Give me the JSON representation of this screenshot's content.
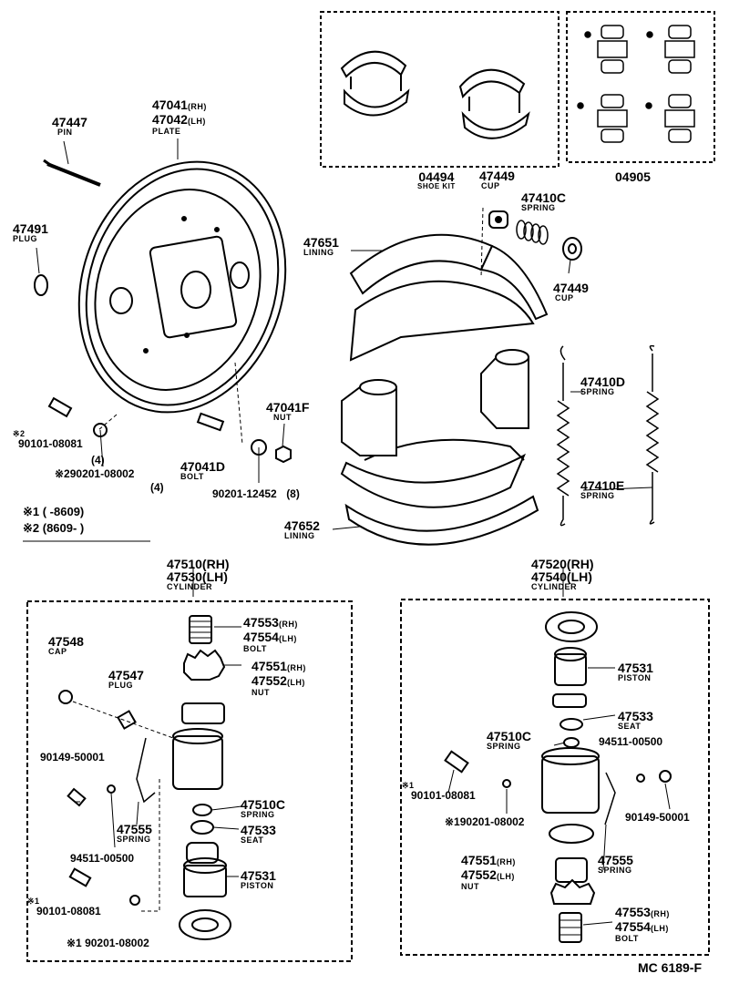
{
  "parts": {
    "p47447": {
      "num": "47447",
      "name": "PIN"
    },
    "p47041": {
      "num1": "47041",
      "suf1": "(RH)",
      "num2": "47042",
      "suf2": "(LH)",
      "name": "PLATE"
    },
    "p47491": {
      "num": "47491",
      "name": "PLUG"
    },
    "p04494": {
      "num": "04494",
      "name": "SHOE KIT"
    },
    "p47449a": {
      "num": "47449",
      "name": "CUP"
    },
    "p04905": {
      "num": "04905"
    },
    "p47410C": {
      "num": "47410C",
      "name": "SPRING"
    },
    "p47651": {
      "num": "47651",
      "name": "LINING"
    },
    "p47449b": {
      "num": "47449",
      "name": "CUP"
    },
    "p47410D": {
      "num": "47410D",
      "name": "SPRING"
    },
    "p47410E": {
      "num": "47410E",
      "name": "SPRING"
    },
    "p47652": {
      "num": "47652",
      "name": "LINING"
    },
    "p47041F": {
      "num": "47041F",
      "name": "NUT"
    },
    "p47041D": {
      "num": "47041D",
      "name": "BOLT"
    },
    "p90201_12452": {
      "num": "90201-12452",
      "qty": "(8)"
    },
    "p90101_08081a": {
      "mark": "※2",
      "num": "90101-08081"
    },
    "p90201_08002a": {
      "qty1": "(4)",
      "num": "※290201-08002",
      "qty2": "(4)"
    }
  },
  "legend": {
    "l1": "※1 (      -8609)",
    "l2": "※2 (8609-        )"
  },
  "left_cylinder": {
    "title1": "47510(RH)",
    "title2": "47530(LH)",
    "title3": "CYLINDER",
    "p47553": {
      "num1": "47553",
      "suf1": "(RH)",
      "num2": "47554",
      "suf2": "(LH)",
      "name": "BOLT"
    },
    "p47548": {
      "num": "47548",
      "name": "CAP"
    },
    "p47547": {
      "num": "47547",
      "name": "PLUG"
    },
    "p47551": {
      "num1": "47551",
      "suf1": "(RH)",
      "num2": "47552",
      "suf2": "(LH)",
      "name": "NUT"
    },
    "p90149": {
      "num": "90149-50001"
    },
    "p47510C": {
      "num": "47510C",
      "name": "SPRING"
    },
    "p47555": {
      "num": "47555",
      "name": "SPRING"
    },
    "p47533": {
      "num": "47533",
      "name": "SEAT"
    },
    "p94511": {
      "num": "94511-00500"
    },
    "p47531": {
      "num": "47531",
      "name": "PISTON"
    },
    "p90101": {
      "mark": "※1",
      "num": "90101-08081"
    },
    "p90201": {
      "num": "※1 90201-08002"
    }
  },
  "right_cylinder": {
    "title1": "47520(RH)",
    "title2": "47540(LH)",
    "title3": "CYLINDER",
    "p47531": {
      "num": "47531",
      "name": "PISTON"
    },
    "p47533": {
      "num": "47533",
      "name": "SEAT"
    },
    "p47510C": {
      "num": "47510C",
      "name": "SPRING"
    },
    "p94511": {
      "num": "94511-00500"
    },
    "p90101": {
      "mark": "※1",
      "num": "90101-08081"
    },
    "p90201": {
      "num": "※190201-08002"
    },
    "p90149": {
      "num": "90149-50001"
    },
    "p47551": {
      "num1": "47551",
      "suf1": "(RH)",
      "num2": "47552",
      "suf2": "(LH)",
      "name": "NUT"
    },
    "p47555": {
      "num": "47555",
      "name": "SPRING"
    },
    "p47553": {
      "num1": "47553",
      "suf1": "(RH)",
      "num2": "47554",
      "suf2": "(LH)",
      "name": "BOLT"
    }
  },
  "footer": {
    "code": "MC 6189-F"
  }
}
